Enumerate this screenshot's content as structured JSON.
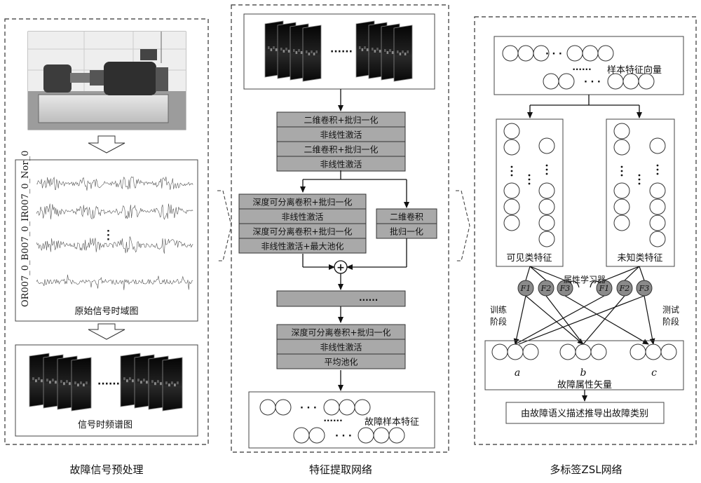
{
  "panels": {
    "left": {
      "caption": "故障信号预处理",
      "signal_labels": [
        "OR007_0",
        "B007_0",
        "IR007_0",
        "Nor_0"
      ],
      "time_domain_caption": "原始信号时域图",
      "spectrogram_caption": "信号时频谱图"
    },
    "middle": {
      "caption": "特征提取网络",
      "block1": [
        "二维卷积+批归一化",
        "非线性激活",
        "二维卷积+批归一化",
        "非线性激活"
      ],
      "block2_left": [
        "深度可分离卷积+批归一化",
        "非线性激活",
        "深度可分离卷积+批归一化",
        "非线性激活+最大池化"
      ],
      "block2_right": [
        "二维卷积",
        "批归一化"
      ],
      "plus": "+",
      "dots": "······",
      "block3": [
        "深度可分离卷积+批归一化",
        "非线性激活",
        "平均池化"
      ],
      "output_label": "故障样本特征"
    },
    "right": {
      "caption": "多标签ZSL网络",
      "sample_feature_label": "样本特征向量",
      "seen_label": "可见类特征",
      "unseen_label": "未知类特征",
      "attr_learner_label": "属性学习器",
      "attr_nodes": [
        "F1",
        "F2",
        "F3",
        "F1",
        "F2",
        "F3"
      ],
      "train_label": [
        "训练",
        "阶段"
      ],
      "test_label": [
        "测试",
        "阶段"
      ],
      "class_labels": [
        "a",
        "b",
        "c"
      ],
      "attr_vector_label": "故障属性矢量",
      "result_label": "由故障语义描述推导出故障类别"
    }
  }
}
